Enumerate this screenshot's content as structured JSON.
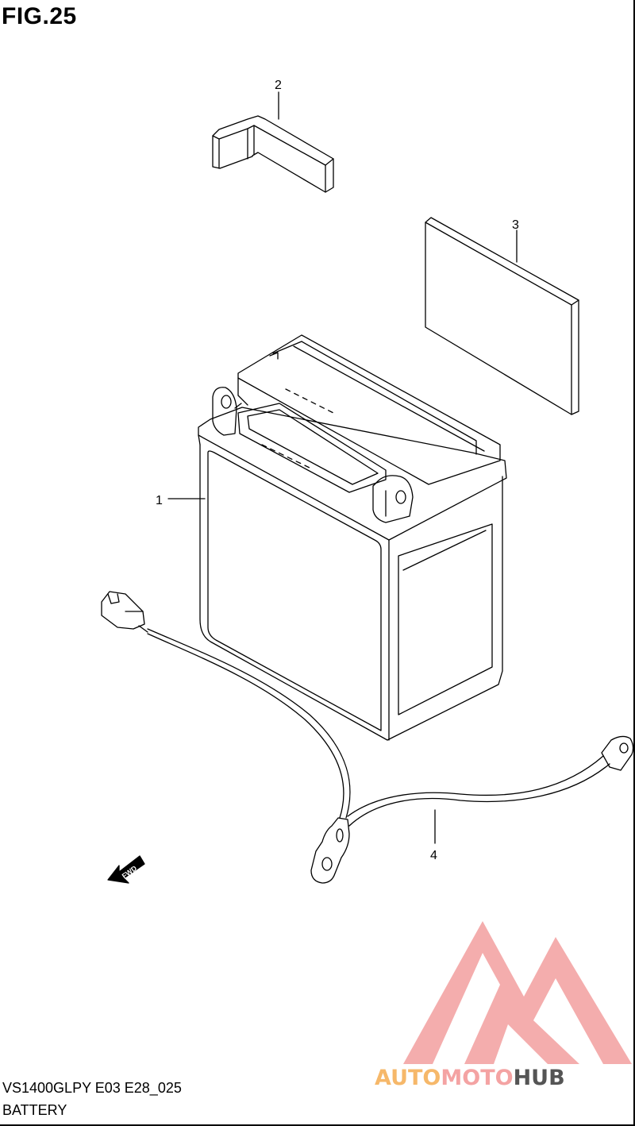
{
  "figure": {
    "title": "FIG.25",
    "model_code": "VS1400GLPY E03 E28_025",
    "part_group": "BATTERY"
  },
  "callouts": [
    {
      "number": "1",
      "part": "battery"
    },
    {
      "number": "2",
      "part": "bracket"
    },
    {
      "number": "3",
      "part": "pad"
    },
    {
      "number": "4",
      "part": "cable"
    }
  ],
  "direction_marker": {
    "label": "FWD",
    "icon": "arrow-icon"
  },
  "watermark": {
    "word_part_1": "AUTO",
    "word_part_2": "MOTO",
    "word_part_3": "HUB",
    "colors": {
      "auto": "#f6b86a",
      "moto": "#f4a3a3",
      "hub": "#555555",
      "triangle": "#f08a8a"
    }
  },
  "colors": {
    "line": "#000000",
    "background": "#ffffff"
  }
}
